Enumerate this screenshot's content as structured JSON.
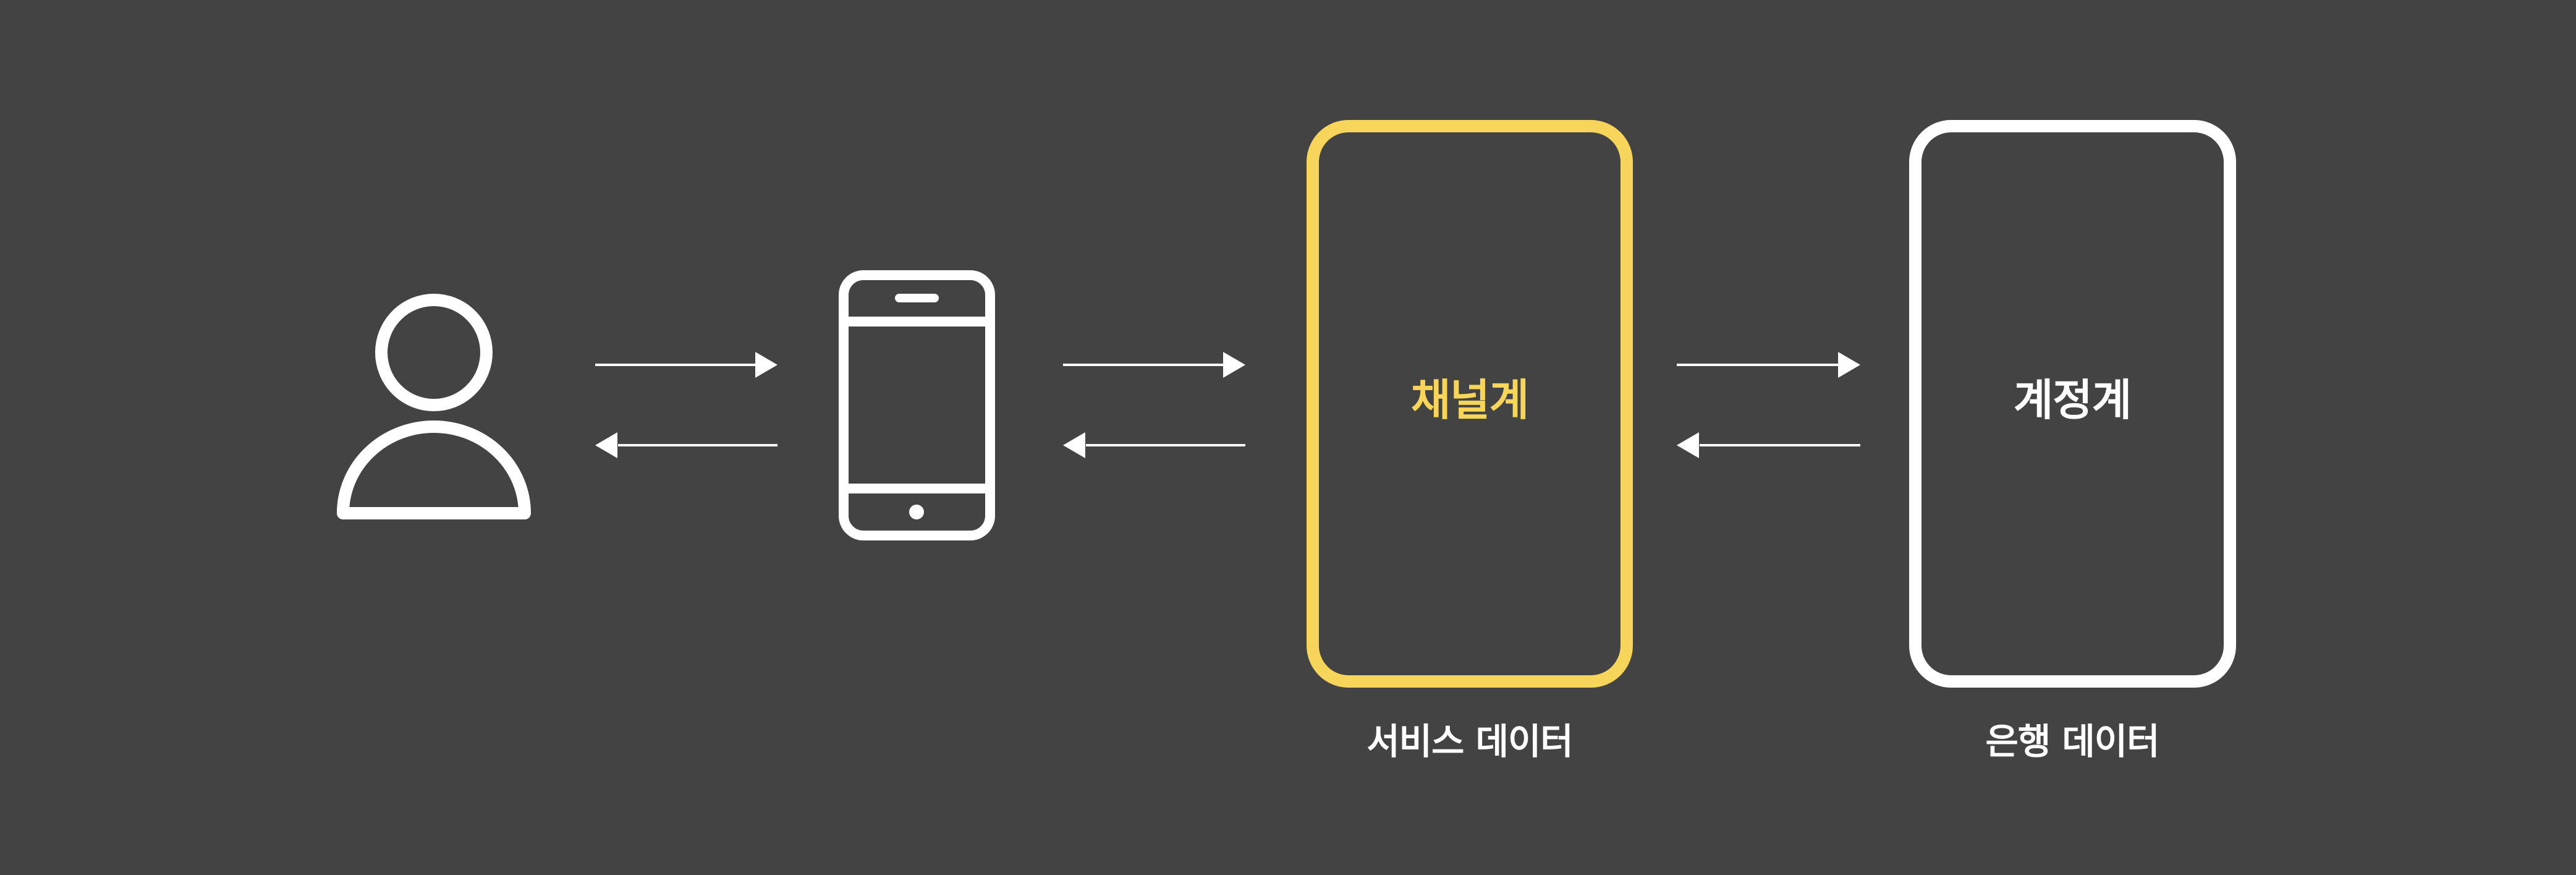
{
  "colors": {
    "background": "#434343",
    "stroke": "#ffffff",
    "accent": "#f7d55a"
  },
  "nodes": {
    "user": {
      "icon": "person-icon"
    },
    "phone": {
      "icon": "smartphone-icon"
    },
    "channel": {
      "label": "채널계",
      "caption": "서비스 데이터"
    },
    "account": {
      "label": "계정계",
      "caption": "은행 데이터"
    }
  },
  "connections": [
    {
      "from": "user",
      "to": "phone",
      "direction": "bidirectional"
    },
    {
      "from": "phone",
      "to": "channel",
      "direction": "bidirectional"
    },
    {
      "from": "channel",
      "to": "account",
      "direction": "bidirectional"
    }
  ]
}
